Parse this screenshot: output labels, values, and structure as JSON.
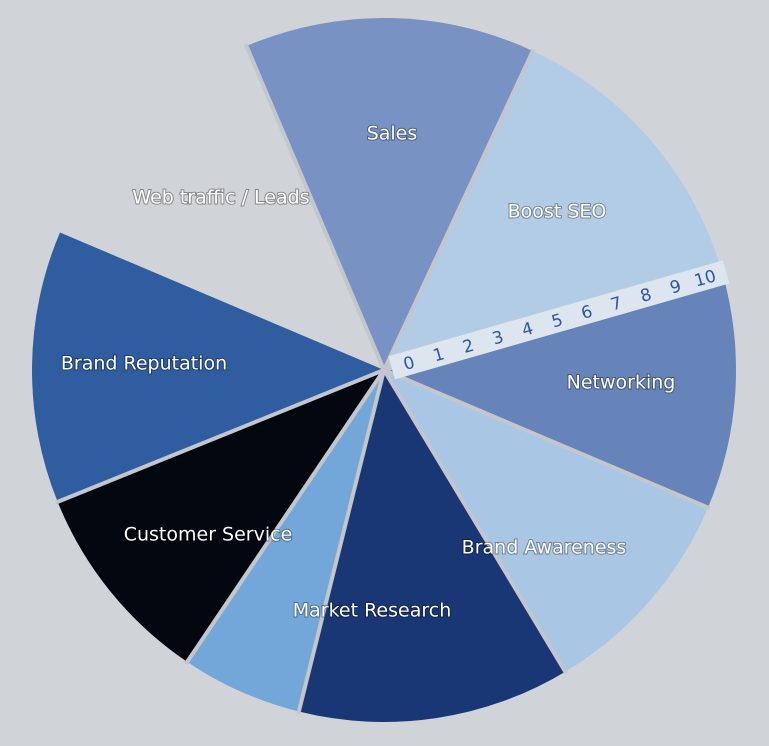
{
  "diagram": {
    "type": "wheel",
    "background": "#d0d3d8",
    "divider_color": "#c3c6cc",
    "segments": [
      {
        "label": "Sales",
        "color": "#7893c3"
      },
      {
        "label": "Boost SEO",
        "color": "#b3cce6"
      },
      {
        "label": "Networking",
        "color": "#6684b9"
      },
      {
        "label": "Brand Awareness",
        "color": "#a9c6e4"
      },
      {
        "label": "Market Research",
        "color": "#1a3775"
      },
      {
        "label": "Customer Service",
        "color": "#73a7d9"
      },
      {
        "label": "Brand Reputation",
        "color": "#02060f"
      },
      {
        "label": "Web traffic / Leads",
        "color": "#2f5d9f"
      }
    ],
    "scale": {
      "ticks": [
        "0",
        "1",
        "2",
        "3",
        "4",
        "5",
        "6",
        "7",
        "8",
        "9",
        "10"
      ],
      "band_color": "#dde5ef",
      "tick_color": "#2f56a3"
    }
  }
}
